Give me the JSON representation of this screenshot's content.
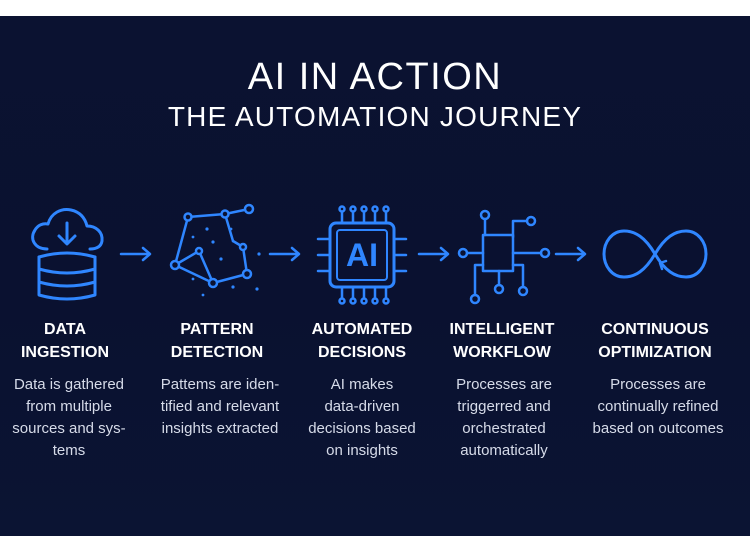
{
  "title": "AI IN ACTION",
  "subtitle": "THE AUTOMATION JOURNEY",
  "colors": {
    "background": "#0b1231",
    "accent": "#2f86ff",
    "text": "#ffffff",
    "desc": "#d6dbe9"
  },
  "steps": [
    {
      "icon": "database-cloud-download-icon",
      "title": "DATA\nINGESTION",
      "desc": "Data is gathered\nfrom multiple\nsources and sys-\ntems"
    },
    {
      "icon": "network-graph-icon",
      "title": "PATTERN\nDETECTION",
      "desc": "Pattems are iden-\ntified and relevant\ninsights extracted"
    },
    {
      "icon": "ai-chip-icon",
      "icon_label": "AI",
      "title": "AUTOMATED\nDECISIONS",
      "desc": "AI makes\ndata-driven\ndecisions based\non insights"
    },
    {
      "icon": "workflow-circuit-icon",
      "title": "INTELLIGENT\nWORKFLOW",
      "desc": "Processes are\ntriggerred and\norchestrated\nautomatically"
    },
    {
      "icon": "infinity-loop-icon",
      "title": "CONTINUOUS\nOPTIMIZATION",
      "desc": "Processes are\ncontinually refined\nbased on outcomes"
    }
  ]
}
